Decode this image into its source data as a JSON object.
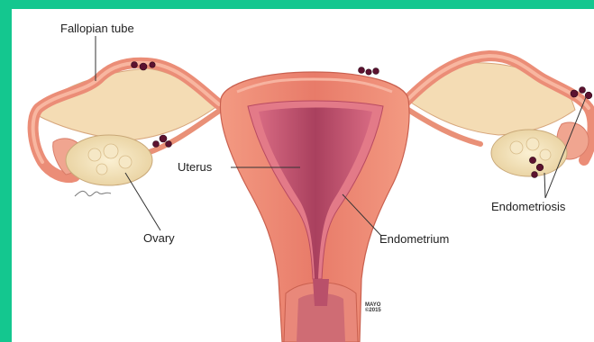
{
  "diagram": {
    "labels": {
      "fallopian_tube": "Fallopian tube",
      "uterus": "Uterus",
      "ovary": "Ovary",
      "endometrium": "Endometrium",
      "endometriosis": "Endometriosis"
    },
    "credit": {
      "line1": "MAYO",
      "line2": "©2015"
    },
    "colors": {
      "frame": "#14c78f",
      "uterus_wall": "#e8836f",
      "cavity": "#b8506a",
      "tube_fill": "#f2d7ae",
      "ovary": "#f3e3bb",
      "lesion": "#5c1230"
    }
  }
}
